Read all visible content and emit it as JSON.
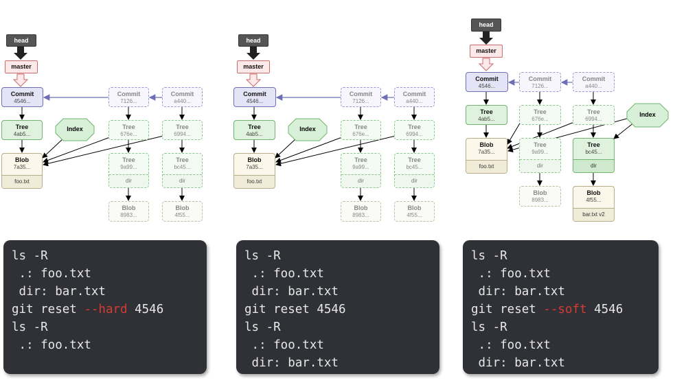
{
  "panels": [
    {
      "refs": {
        "head": "head",
        "master": "master"
      },
      "commits": [
        {
          "title": "Commit",
          "hash": "4546..."
        },
        {
          "title": "Commit",
          "hash": "7126..."
        },
        {
          "title": "Commit",
          "hash": "a440..."
        }
      ],
      "trees": [
        {
          "title": "Tree",
          "hash": "4ab5..."
        },
        {
          "title": "Tree",
          "hash": "676e..."
        },
        {
          "title": "Tree",
          "hash": "6994..."
        },
        {
          "title": "Tree",
          "hash": "9a99...",
          "name": "dir"
        },
        {
          "title": "Tree",
          "hash": "bc45...",
          "name": "dir"
        }
      ],
      "blobs": [
        {
          "title": "Blob",
          "hash": "7a35...",
          "name": "foo.txt"
        },
        {
          "title": "Blob",
          "hash": "8983..."
        },
        {
          "title": "Blob",
          "hash": "4f55..."
        }
      ],
      "index": "Index",
      "terminal": {
        "l1": "ls -R",
        "l2": " .: foo.txt",
        "l3": " dir: bar.txt",
        "cmd_pre": "git reset ",
        "cmd_flag": "--hard",
        "cmd_post": " 4546",
        "l5": "ls -R",
        "l6": " .: foo.txt",
        "l7": ""
      }
    },
    {
      "refs": {
        "head": "head",
        "master": "master"
      },
      "commits": [
        {
          "title": "Commit",
          "hash": "4546..."
        },
        {
          "title": "Commit",
          "hash": "7126..."
        },
        {
          "title": "Commit",
          "hash": "a440..."
        }
      ],
      "trees": [
        {
          "title": "Tree",
          "hash": "4ab5..."
        },
        {
          "title": "Tree",
          "hash": "676e..."
        },
        {
          "title": "Tree",
          "hash": "6994..."
        },
        {
          "title": "Tree",
          "hash": "9a99...",
          "name": "dir"
        },
        {
          "title": "Tree",
          "hash": "bc45...",
          "name": "dir"
        }
      ],
      "blobs": [
        {
          "title": "Blob",
          "hash": "7a35...",
          "name": "foo.txt"
        },
        {
          "title": "Blob",
          "hash": "8983..."
        },
        {
          "title": "Blob",
          "hash": "4f55..."
        }
      ],
      "index": "Index",
      "terminal": {
        "l1": "ls -R",
        "l2": " .: foo.txt",
        "l3": " dir: bar.txt",
        "cmd_pre": "git reset 4546",
        "cmd_flag": "",
        "cmd_post": "",
        "l5": "ls -R",
        "l6": " .: foo.txt",
        "l7": " dir: bar.txt"
      }
    },
    {
      "refs": {
        "head": "head",
        "master": "master"
      },
      "commits": [
        {
          "title": "Commit",
          "hash": "4546..."
        },
        {
          "title": "Commit",
          "hash": "7126..."
        },
        {
          "title": "Commit",
          "hash": "a440..."
        }
      ],
      "trees": [
        {
          "title": "Tree",
          "hash": "4ab5..."
        },
        {
          "title": "Tree",
          "hash": "676e..."
        },
        {
          "title": "Tree",
          "hash": "6994..."
        },
        {
          "title": "Tree",
          "hash": "9a99...",
          "name": "dir"
        },
        {
          "title": "Tree",
          "hash": "bc45...",
          "name": "dir"
        }
      ],
      "blobs": [
        {
          "title": "Blob",
          "hash": "7a35...",
          "name": "foo.txt"
        },
        {
          "title": "Blob",
          "hash": "8983..."
        },
        {
          "title": "Blob",
          "hash": "4f55...",
          "name": "bar.txt v2"
        }
      ],
      "index": "Index",
      "terminal": {
        "l1": "ls -R",
        "l2": " .: foo.txt",
        "l3": " dir: bar.txt",
        "cmd_pre": "git reset ",
        "cmd_flag": "--soft",
        "cmd_post": " 4546",
        "l5": "ls -R",
        "l6": " .: foo.txt",
        "l7": " dir: bar.txt"
      }
    }
  ]
}
